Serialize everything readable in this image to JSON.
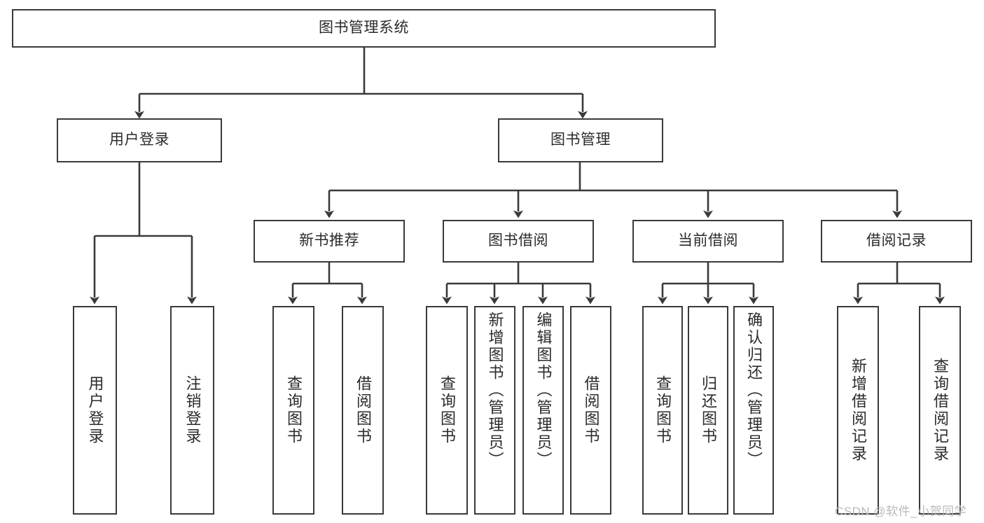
{
  "diagram": {
    "title": "图书管理系统",
    "type": "hierarchy-tree",
    "watermark": "CSDN @软件_小贺同学",
    "stroke_color": "#3a3a3a",
    "text_color": "#2b2b2b",
    "background_color": "#ffffff",
    "watermark_color": "#b9b9b9",
    "levels": 4,
    "nodes": {
      "root": {
        "label": "图书管理系统"
      },
      "level1": [
        {
          "id": "user-login",
          "label": "用户登录"
        },
        {
          "id": "book-manage",
          "label": "图书管理"
        }
      ],
      "level2": [
        {
          "id": "new-book-recommend",
          "label": "新书推荐",
          "parent": "book-manage"
        },
        {
          "id": "book-borrow",
          "label": "图书借阅",
          "parent": "book-manage"
        },
        {
          "id": "current-borrow",
          "label": "当前借阅",
          "parent": "book-manage"
        },
        {
          "id": "borrow-record",
          "label": "借阅记录",
          "parent": "book-manage"
        }
      ],
      "leaves": [
        {
          "id": "leaf-user-login",
          "label": "用户登录",
          "parent": "user-login"
        },
        {
          "id": "leaf-user-logout",
          "label": "注销登录",
          "parent": "user-login"
        },
        {
          "id": "leaf-query-book-1",
          "label": "查询图书",
          "parent": "new-book-recommend"
        },
        {
          "id": "leaf-borrow-book-1",
          "label": "借阅图书",
          "parent": "new-book-recommend"
        },
        {
          "id": "leaf-query-book-2",
          "label": "查询图书",
          "parent": "book-borrow"
        },
        {
          "id": "leaf-add-book",
          "label": "新增图书（管理员）",
          "parent": "book-borrow"
        },
        {
          "id": "leaf-edit-book",
          "label": "编辑图书（管理员）",
          "parent": "book-borrow"
        },
        {
          "id": "leaf-borrow-book-2",
          "label": "借阅图书",
          "parent": "book-borrow"
        },
        {
          "id": "leaf-query-book-3",
          "label": "查询图书",
          "parent": "current-borrow"
        },
        {
          "id": "leaf-return-book",
          "label": "归还图书",
          "parent": "current-borrow"
        },
        {
          "id": "leaf-confirm-return",
          "label": "确认归还（管理员）",
          "parent": "current-borrow"
        },
        {
          "id": "leaf-add-record",
          "label": "新增借阅记录",
          "parent": "borrow-record"
        },
        {
          "id": "leaf-query-record",
          "label": "查询借阅记录",
          "parent": "borrow-record"
        }
      ]
    }
  }
}
